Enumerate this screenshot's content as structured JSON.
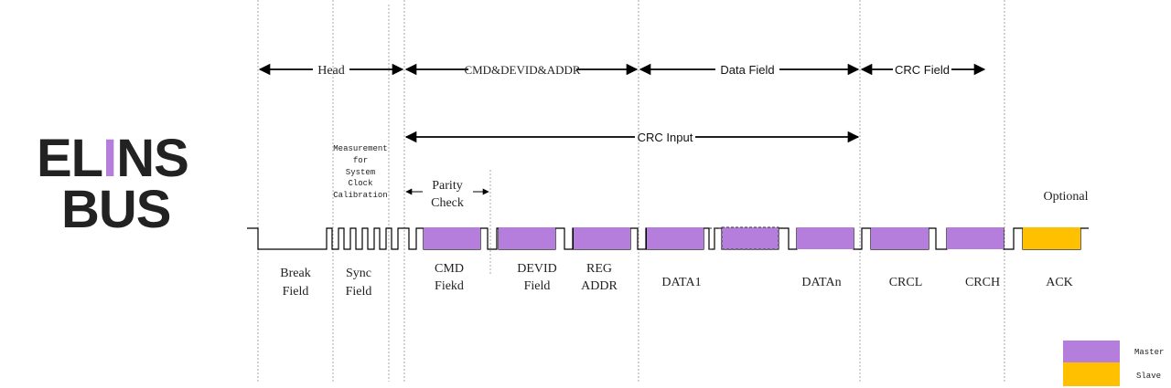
{
  "logo": {
    "line1": "ELINS",
    "line2": "BUS",
    "accent_color": "#b57edc"
  },
  "headers": {
    "head": "Head",
    "cmd": "CMD&DEVID&ADDR",
    "data": "Data Field",
    "crc": "CRC Field",
    "crc_input": "CRC Input",
    "optional": "Optional"
  },
  "notes": {
    "measurement": [
      "Measurement",
      "for",
      "System",
      "Clock",
      "Calibration"
    ],
    "parity": [
      "Parity",
      "Check"
    ]
  },
  "fields": {
    "break": [
      "Break",
      "Field"
    ],
    "sync": [
      "Sync",
      "Field"
    ],
    "cmd": [
      "CMD",
      "Fiekd"
    ],
    "devid": [
      "DEVID",
      "Field"
    ],
    "reg": [
      "REG",
      "ADDR"
    ],
    "data1": "DATA1",
    "datan": "DATAn",
    "crcl": "CRCL",
    "crch": "CRCH",
    "ack": "ACK"
  },
  "legend": {
    "master": "Master",
    "slave": "Slave"
  },
  "colors": {
    "master": "#b57edc",
    "slave": "#ffc000",
    "line": "#000000",
    "guide": "#999999"
  }
}
